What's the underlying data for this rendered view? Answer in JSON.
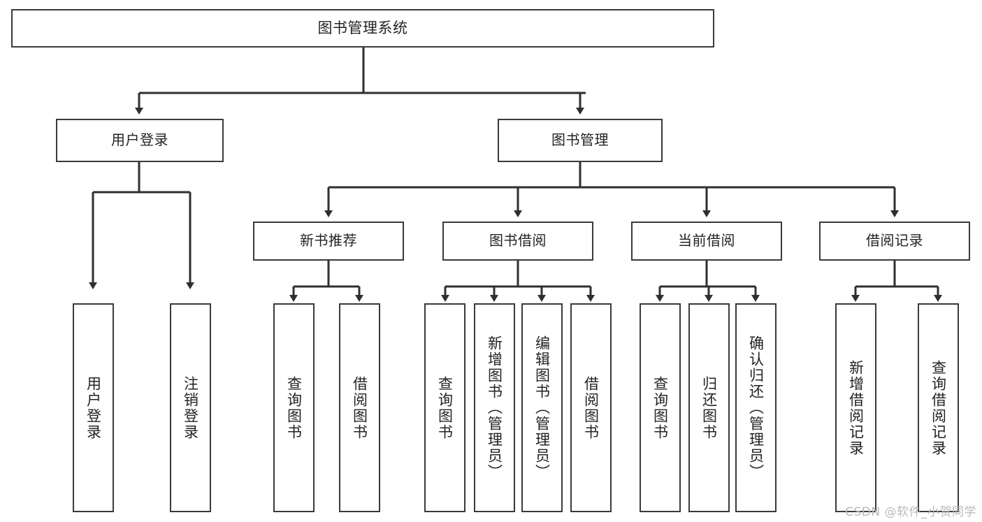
{
  "diagram": {
    "type": "tree",
    "title": "图书管理系统",
    "orientation": "top-down",
    "colors": {
      "box_border": "#3a3a3a",
      "box_fill": "#ffffff",
      "edge": "#2f2f2f",
      "text": "#232323",
      "watermark": "#b9b9b9",
      "background": "#ffffff"
    },
    "nodes": {
      "root": {
        "label": "图书管理系统"
      },
      "level2": [
        {
          "id": "user_login",
          "label": "用户登录"
        },
        {
          "id": "book_manage",
          "label": "图书管理"
        }
      ],
      "level3": [
        {
          "id": "new_book_rec",
          "label": "新书推荐"
        },
        {
          "id": "book_borrow",
          "label": "图书借阅"
        },
        {
          "id": "current_borrow",
          "label": "当前借阅"
        },
        {
          "id": "borrow_record",
          "label": "借阅记录"
        }
      ],
      "leaves": {
        "user_login": [
          {
            "id": "leaf_user_login",
            "label": "用户登录"
          },
          {
            "id": "leaf_user_logout",
            "label": "注销登录"
          }
        ],
        "new_book_rec": [
          {
            "id": "leaf_query_book_1",
            "label": "查询图书"
          },
          {
            "id": "leaf_borrow_book_1",
            "label": "借阅图书"
          }
        ],
        "book_borrow": [
          {
            "id": "leaf_query_book_2",
            "label": "查询图书"
          },
          {
            "id": "leaf_add_book",
            "label": "新增图书（管理员）"
          },
          {
            "id": "leaf_edit_book",
            "label": "编辑图书（管理员）"
          },
          {
            "id": "leaf_borrow_book_2",
            "label": "借阅图书"
          }
        ],
        "current_borrow": [
          {
            "id": "leaf_query_book_3",
            "label": "查询图书"
          },
          {
            "id": "leaf_return_book",
            "label": "归还图书"
          },
          {
            "id": "leaf_confirm_return",
            "label": "确认归还（管理员）"
          }
        ],
        "borrow_record": [
          {
            "id": "leaf_add_record",
            "label": "新增借阅记录"
          },
          {
            "id": "leaf_query_record",
            "label": "查询借阅记录"
          }
        ]
      }
    },
    "watermark": "CSDN @软件_小贺同学"
  }
}
